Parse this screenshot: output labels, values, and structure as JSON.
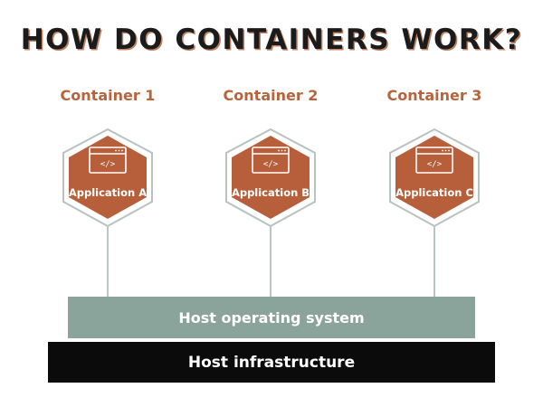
{
  "title": "HOW DO CONTAINERS WORK?",
  "containers": [
    {
      "label": "Container 1",
      "application": "Application A"
    },
    {
      "label": "Container 2",
      "application": "Application B"
    },
    {
      "label": "Container 3",
      "application": "Application C"
    }
  ],
  "app_icon_text": "</>",
  "layers": {
    "host_os": "Host operating system",
    "host_infrastructure": "Host infrastructure"
  },
  "colors": {
    "accent_brown": "#b65f3a",
    "label_brown": "#b7643d",
    "hex_border": "#b8c2c0",
    "connector": "#a9b3b1",
    "host_os_fill": "#8aa39b",
    "host_infra_fill": "#0b0b0b",
    "title_text": "#1b1b1b"
  }
}
